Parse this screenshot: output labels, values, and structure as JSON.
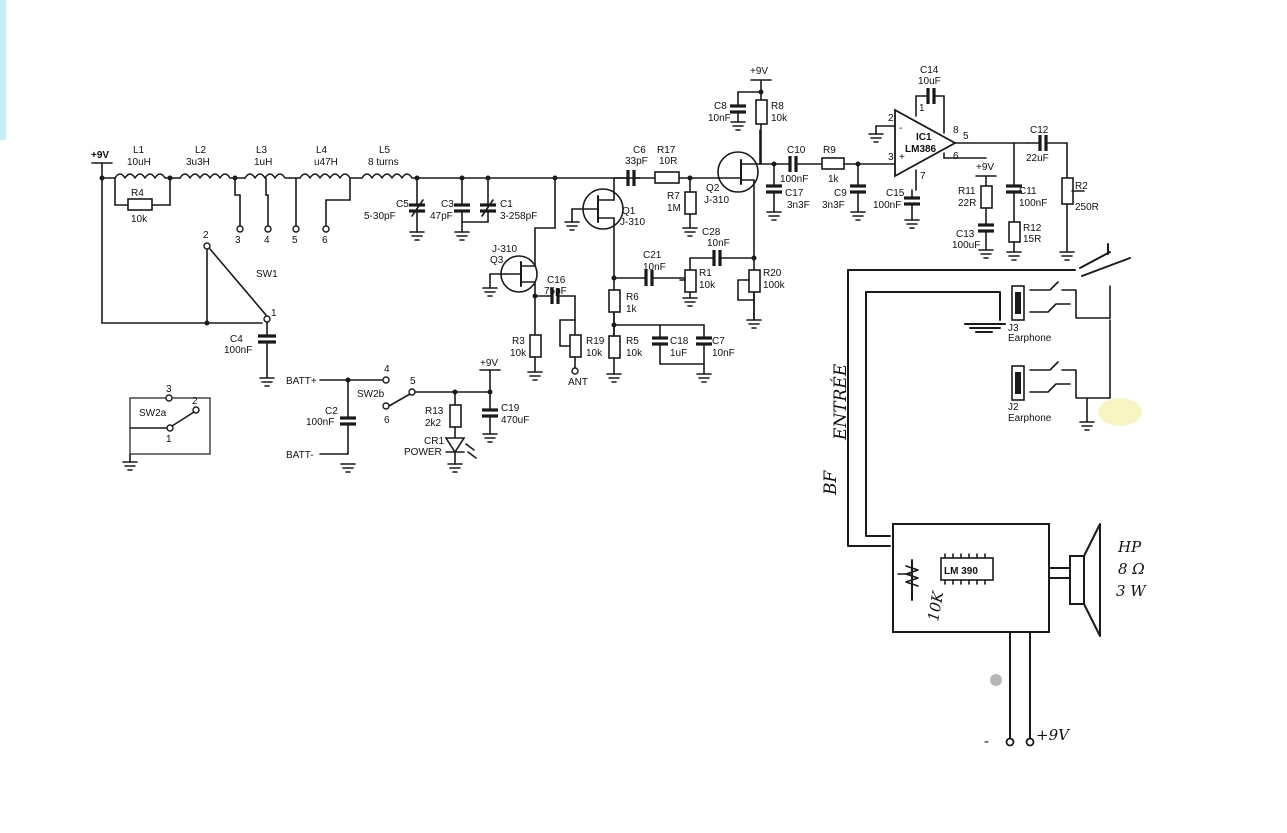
{
  "rails": {
    "left_supply": "+9V",
    "q2_supply": "+9V",
    "amp_supply": "+9V",
    "c19_supply": "+9V"
  },
  "inductors": {
    "l1": {
      "ref": "L1",
      "value": "10uH"
    },
    "l2": {
      "ref": "L2",
      "value": "3u3H"
    },
    "l3": {
      "ref": "L3",
      "value": "1uH"
    },
    "l4": {
      "ref": "L4",
      "value": "u47H"
    },
    "l5": {
      "ref": "L5",
      "value": "8 turns"
    }
  },
  "resistors": {
    "r1": {
      "ref": "R1",
      "value": "10k"
    },
    "r2": {
      "ref": "R2",
      "value": "250R"
    },
    "r3": {
      "ref": "R3",
      "value": "10k"
    },
    "r4": {
      "ref": "R4",
      "value": "10k"
    },
    "r5": {
      "ref": "R5",
      "value": "10k"
    },
    "r6": {
      "ref": "R6",
      "value": "1k"
    },
    "r7": {
      "ref": "R7",
      "value": "1M"
    },
    "r8": {
      "ref": "R8",
      "value": "10k"
    },
    "r9": {
      "ref": "R9",
      "value": "1k"
    },
    "r11": {
      "ref": "R11",
      "value": "22R"
    },
    "r12": {
      "ref": "R12",
      "value": "15R"
    },
    "r13": {
      "ref": "R13",
      "value": "2k2"
    },
    "r17": {
      "ref": "R17",
      "value": "10R"
    },
    "r19": {
      "ref": "R19",
      "value": "10k"
    },
    "r20": {
      "ref": "R20",
      "value": "100k"
    }
  },
  "capacitors": {
    "c1": {
      "ref": "C1",
      "value": "3-258pF"
    },
    "c2": {
      "ref": "C2",
      "value": "100nF"
    },
    "c3": {
      "ref": "C3",
      "value": "47pF"
    },
    "c4": {
      "ref": "C4",
      "value": "100nF"
    },
    "c5": {
      "ref": "C5",
      "value": "5-30pF"
    },
    "c6": {
      "ref": "C6",
      "value": "33pF"
    },
    "c7": {
      "ref": "C7",
      "value": "10nF"
    },
    "c8": {
      "ref": "C8",
      "value": "10nF"
    },
    "c9": {
      "ref": "C9",
      "value": "3n3F"
    },
    "c10": {
      "ref": "C10",
      "value": "100nF"
    },
    "c11": {
      "ref": "C11",
      "value": "100nF"
    },
    "c12": {
      "ref": "C12",
      "value": "22uF"
    },
    "c13": {
      "ref": "C13",
      "value": "100uF"
    },
    "c14": {
      "ref": "C14",
      "value": "10uF"
    },
    "c15": {
      "ref": "C15",
      "value": "100nF"
    },
    "c16": {
      "ref": "C16",
      "value": "75pF"
    },
    "c17": {
      "ref": "C17",
      "value": "3n3F"
    },
    "c18": {
      "ref": "C18",
      "value": "1uF"
    },
    "c19": {
      "ref": "C19",
      "value": "470uF"
    },
    "c21": {
      "ref": "C21",
      "value": "10nF"
    },
    "c28": {
      "ref": "C28",
      "value": "10nF"
    }
  },
  "transistors": {
    "q1": {
      "ref": "Q1",
      "type": "J-310"
    },
    "q2": {
      "ref": "Q2",
      "type": "J-310"
    },
    "q3": {
      "ref": "Q3",
      "type": "J-310"
    }
  },
  "ic1": {
    "ref": "IC1",
    "part": "LM386",
    "pins": [
      "1",
      "2",
      "3",
      "5",
      "6",
      "7",
      "8"
    ],
    "minus": "-",
    "plus": "+"
  },
  "switches": {
    "sw1": {
      "ref": "SW1",
      "contacts": [
        "1",
        "2",
        "3",
        "4",
        "5",
        "6"
      ]
    },
    "sw2a": {
      "ref": "SW2a",
      "contacts": [
        "1",
        "2",
        "3"
      ]
    },
    "sw2b": {
      "ref": "SW2b",
      "contacts": [
        "4",
        "5",
        "6"
      ]
    }
  },
  "battery": {
    "plus": "BATT+",
    "minus": "BATT-"
  },
  "led": {
    "ref": "CR1",
    "label": "POWER"
  },
  "antenna": {
    "label": "ANT"
  },
  "jacks": {
    "j3": {
      "ref": "J3",
      "label": "Earphone"
    },
    "j2": {
      "ref": "J2",
      "label": "Earphone"
    }
  },
  "handwritten": {
    "bf_label": "BF",
    "entree_label": "ENTRÉE",
    "module_ic": "LM 390",
    "module_pot": "10K",
    "speaker_line1": "HP",
    "speaker_line2": "8 Ω",
    "speaker_line3": "3 W",
    "supply_minus": "-",
    "supply_plus": "+9V"
  }
}
